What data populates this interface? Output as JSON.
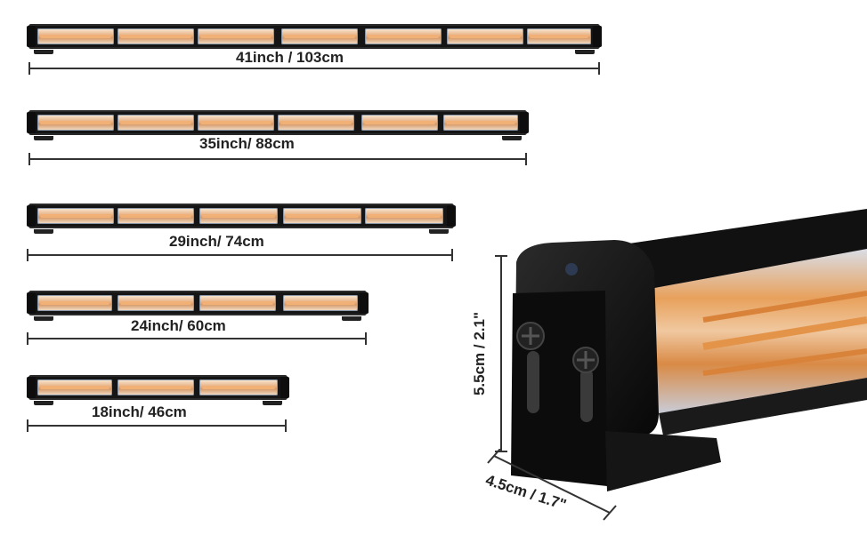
{
  "bars": [
    {
      "label": "41inch / 103cm",
      "segments": 7
    },
    {
      "label": "35inch/ 88cm",
      "segments": 6
    },
    {
      "label": "29inch/ 74cm",
      "segments": 5
    },
    {
      "label": "24inch/ 60cm",
      "segments": 4
    },
    {
      "label": "18inch/ 46cm",
      "segments": 3
    }
  ],
  "detail": {
    "height_label": "5.5cm / 2.1\"",
    "depth_label": "4.5cm / 1.7\""
  },
  "colors": {
    "amber": "#e9b58a",
    "housing": "#151515",
    "dimension_line": "#333333"
  }
}
